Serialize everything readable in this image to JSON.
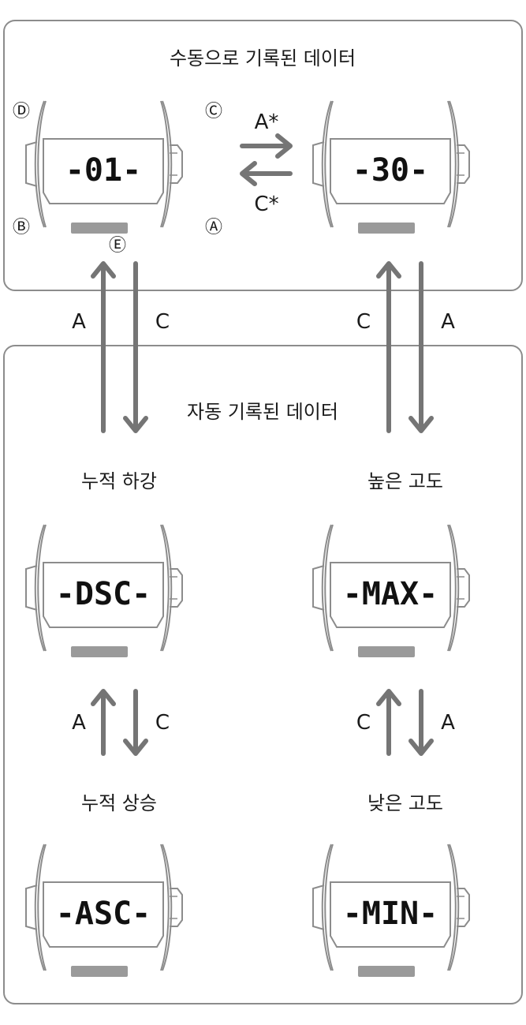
{
  "manual_section": {
    "title": "수동으로 기록된 데이터",
    "left_display": "-01-",
    "right_display": "-30-",
    "forward_label": "A*",
    "back_label": "C*",
    "button_d": "Ⓓ",
    "button_c": "Ⓒ",
    "button_b": "Ⓑ",
    "button_a": "Ⓐ",
    "button_e": "Ⓔ"
  },
  "link_labels": {
    "left_up": "A",
    "left_down": "C",
    "right_up": "C",
    "right_down": "A"
  },
  "auto_section": {
    "title": "자동 기록된 데이터",
    "items": [
      {
        "caption": "누적 하강",
        "display": "-DSC-"
      },
      {
        "caption": "높은 고도",
        "display": "-MAX-"
      },
      {
        "caption": "누적 상승",
        "display": "-ASC-"
      },
      {
        "caption": "낮은 고도",
        "display": "-MIN-"
      }
    ],
    "left_pair_up": "A",
    "left_pair_down": "C",
    "right_pair_up": "C",
    "right_pair_down": "A"
  },
  "colors": {
    "frame": "#8c8c8c",
    "watch_line": "#8c8c8c",
    "arrow": "#757575",
    "button_bar": "#9a9a9a"
  }
}
